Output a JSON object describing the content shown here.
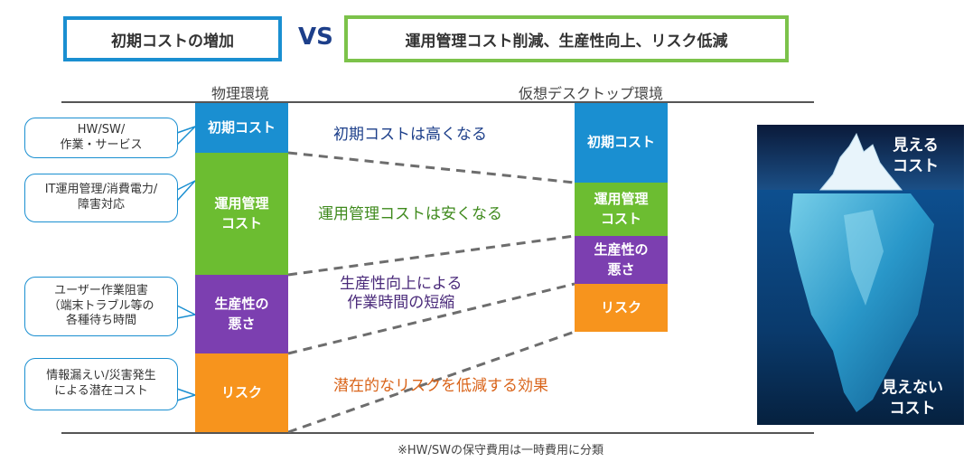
{
  "header": {
    "left": "初期コストの増加",
    "vs": "VS",
    "right": "運用管理コスト削減、生産性向上、リスク低減"
  },
  "columns": {
    "physical": "物理環境",
    "virtual": "仮想デスクトップ環境"
  },
  "physical_stack": [
    {
      "label": "初期コスト"
    },
    {
      "label": "運用管理\nコスト"
    },
    {
      "label": "生産性の\n悪さ"
    },
    {
      "label": "リスク"
    }
  ],
  "virtual_stack": [
    {
      "label": "初期コスト"
    },
    {
      "label": "運用管理\nコスト"
    },
    {
      "label": "生産性の\n悪さ"
    },
    {
      "label": "リスク"
    }
  ],
  "callouts": [
    {
      "text": "HW/SW/\n作業・サービス"
    },
    {
      "text": "IT運用管理/消費電力/\n障害対応"
    },
    {
      "text": "ユーザー作業阻害\n（端末トラブル等の\n各種待ち時間"
    },
    {
      "text": "情報漏えい/災害発生\nによる潜在コスト"
    }
  ],
  "effects": [
    {
      "text": "初期コストは高くなる",
      "color": "#1d3f8a"
    },
    {
      "text": "運用管理コストは安くなる",
      "color": "#3f8a1d"
    },
    {
      "text": "生産性向上による\n作業時間の短縮",
      "color": "#4a2a7a"
    },
    {
      "text": "潜在的なリスクを低減する効果",
      "color": "#d9641a"
    }
  ],
  "iceberg": {
    "visible": "見える\nコスト",
    "hidden": "見えない\nコスト"
  },
  "footnote": "※HW/SWの保守費用は一時費用に分類"
}
